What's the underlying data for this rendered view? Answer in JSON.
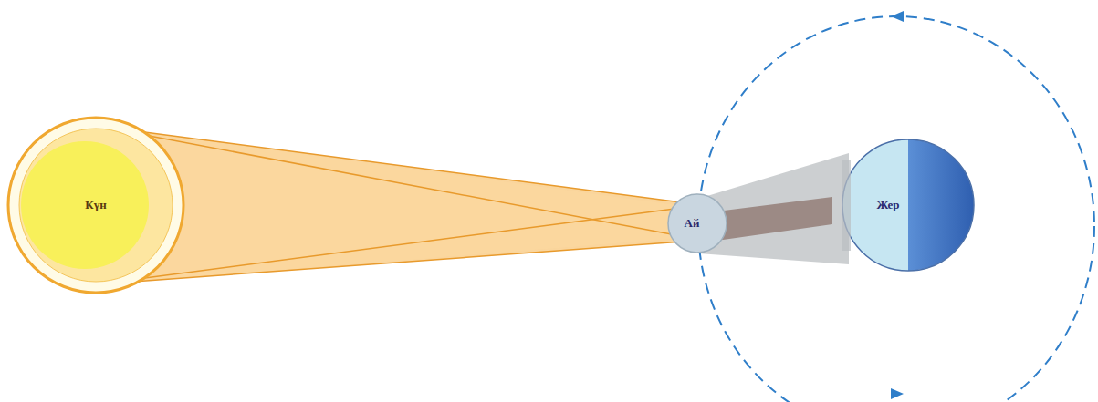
{
  "diagram": {
    "nodes": [
      {
        "text": [
          "Күн"
        ]
      },
      {
        "text": [
          "Ай"
        ]
      },
      {
        "text": [
          "Жер"
        ]
      }
    ]
  }
}
